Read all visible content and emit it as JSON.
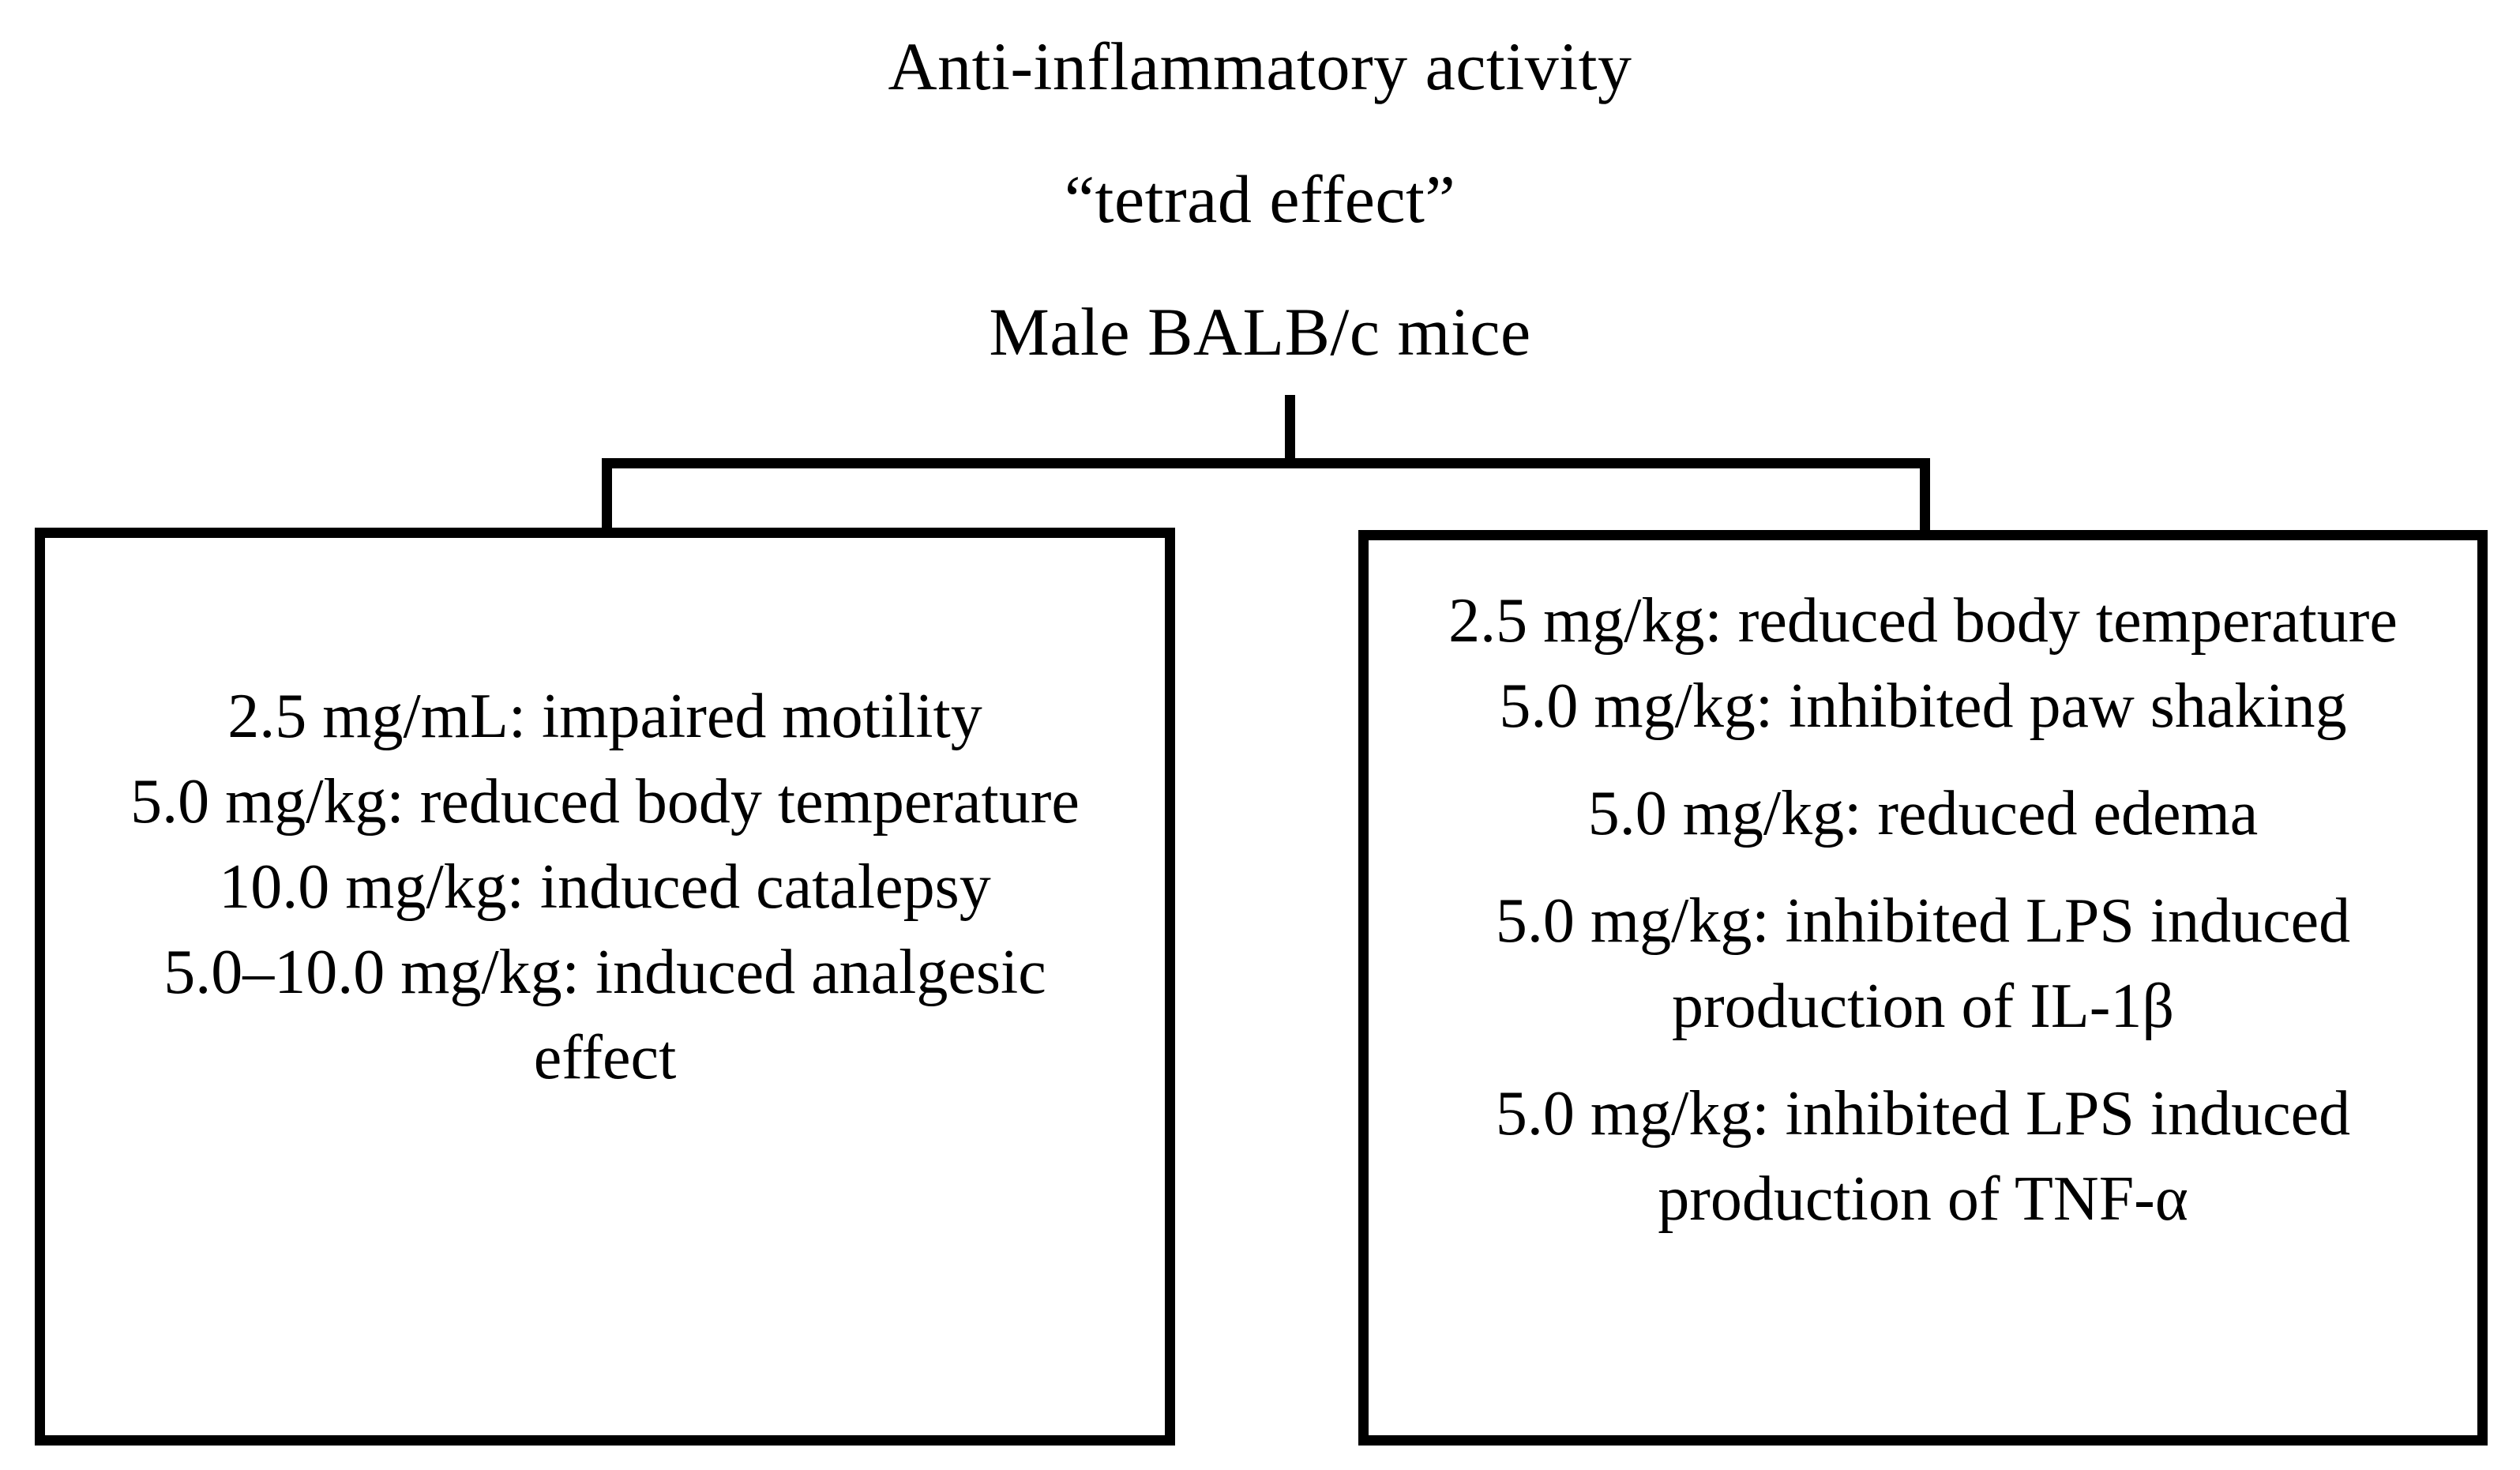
{
  "header": {
    "lines": [
      "Anti-inflammatory activity",
      "“tetrad effect”",
      "Male BALB/c mice"
    ]
  },
  "boxes": {
    "left": {
      "lines": [
        "2.5 mg/mL: impaired motility",
        "5.0 mg/kg: reduced body temperature",
        "10.0 mg/kg: induced catalepsy",
        "5.0–10.0 mg/kg: induced analgesic effect"
      ]
    },
    "right": {
      "lines": [
        "2.5 mg/kg: reduced body temperature",
        "5.0 mg/kg: inhibited paw shaking",
        "5.0 mg/kg: reduced edema",
        "5.0 mg/kg: inhibited LPS induced production of IL-1β",
        "5.0 mg/kg: inhibited LPS induced production of TNF-α"
      ]
    }
  },
  "colors": {
    "stroke": "#000000",
    "background": "#ffffff",
    "text": "#000000"
  }
}
